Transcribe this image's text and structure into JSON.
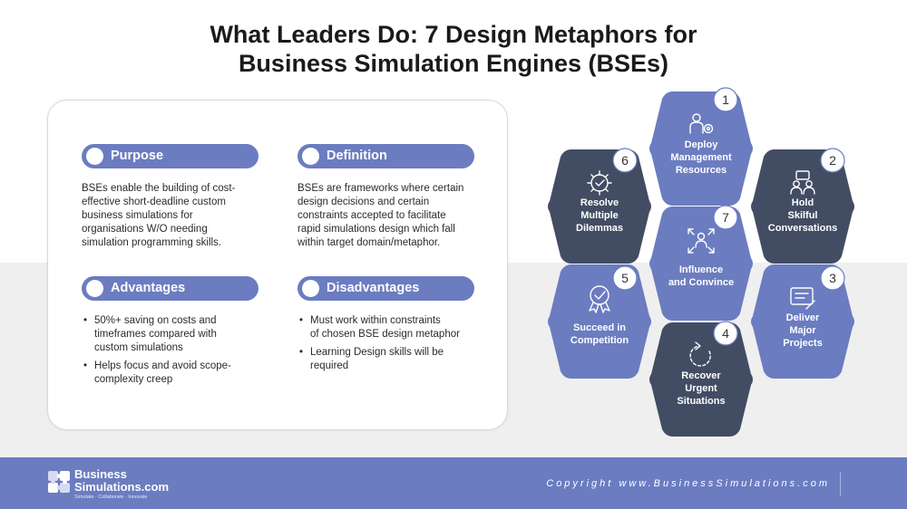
{
  "title": {
    "line1": "What Leaders Do: 7 Design Metaphors for",
    "line2": "Business Simulation Engines (BSEs)"
  },
  "purpose": {
    "heading": "Purpose",
    "lines": [
      "BSEs enable the building of cost-",
      "effective short-deadline custom",
      "business simulations for",
      "organisations W/O needing",
      "simulation programming skills."
    ]
  },
  "definition": {
    "heading": "Definition",
    "lines": [
      "BSEs are frameworks where certain",
      "design decisions and certain",
      "constraints accepted to  facilitate",
      "rapid simulations  design which fall",
      "within target domain/metaphor."
    ]
  },
  "advantages": {
    "heading": "Advantages",
    "items": [
      {
        "lines": [
          "50%+ saving on costs and",
          "timeframes compared with",
          "custom simulations"
        ]
      },
      {
        "lines": [
          "Helps focus and avoid scope-",
          "complexity creep"
        ]
      }
    ]
  },
  "disadvantages": {
    "heading": "Disadvantages",
    "items": [
      {
        "lines": [
          "Must work within constraints",
          "of chosen BSE design metaphor"
        ]
      },
      {
        "lines": [
          "Learning Design skills will be",
          "required"
        ]
      }
    ]
  },
  "hexes": [
    {
      "num": "1",
      "label": [
        "Deploy",
        "Management",
        "Resources"
      ],
      "color": "#6b7cc0",
      "icon": "manager-gear-icon"
    },
    {
      "num": "2",
      "label": [
        "Hold",
        "Skilful",
        "Conversations"
      ],
      "color": "#424d63",
      "icon": "conversation-icon"
    },
    {
      "num": "3",
      "label": [
        "Deliver",
        "Major",
        "Projects"
      ],
      "color": "#6b7cc0",
      "icon": "project-board-icon"
    },
    {
      "num": "4",
      "label": [
        "Recover",
        "Urgent",
        "Situations"
      ],
      "color": "#424d63",
      "icon": "recover-arrow-icon"
    },
    {
      "num": "5",
      "label": [
        "Succeed in",
        "Competition"
      ],
      "color": "#6b7cc0",
      "icon": "award-badge-icon"
    },
    {
      "num": "6",
      "label": [
        "Resolve",
        "Multiple",
        "Dilemmas"
      ],
      "color": "#424d63",
      "icon": "gear-check-icon"
    },
    {
      "num": "7",
      "label": [
        "Influence",
        "and Convince"
      ],
      "color": "#6b7cc0",
      "icon": "influence-arrows-icon"
    }
  ],
  "footer": {
    "logo_line1": "Business",
    "logo_line2": "Simulations.com",
    "logo_tagline": "Simulate · Collaborate · Innovate",
    "copyright": "Copyright www.BusinessSimulations.com"
  },
  "colors": {
    "accent": "#6b7cc0",
    "dark": "#424d63",
    "band": "#efefef"
  }
}
